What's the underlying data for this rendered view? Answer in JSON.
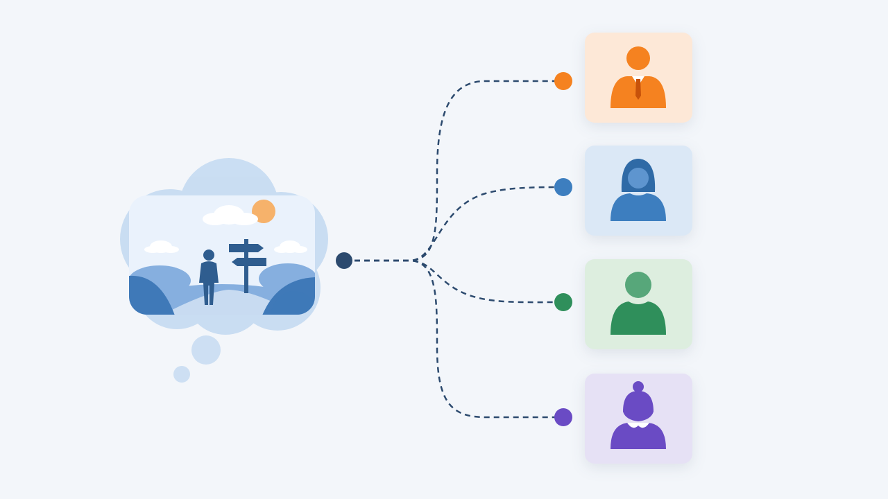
{
  "diagram": {
    "background": "#f3f6fa",
    "source": {
      "name": "thought-cloud",
      "cloud_color": "#bcd5f0",
      "scene_colors": {
        "sky": "#eaf2fc",
        "foliage": "#3f79b8",
        "foliage_light": "#86afdf",
        "figure": "#2f5d8f",
        "sun": "#f6b26b"
      },
      "hub_color": "#2c4a6e"
    },
    "connector_color": "#2c4a6e",
    "targets": [
      {
        "id": "orange",
        "avatar": "businessman-icon",
        "accent": "#f58220",
        "card_fill": "#fde8d7"
      },
      {
        "id": "blue",
        "avatar": "woman-icon",
        "accent": "#3d7ebf",
        "card_fill": "#dbe8f6"
      },
      {
        "id": "green",
        "avatar": "person-icon",
        "accent": "#2f8f5b",
        "card_fill": "#ddeedf"
      },
      {
        "id": "purple",
        "avatar": "woman-bun-icon",
        "accent": "#6a4bc4",
        "card_fill": "#e6e1f5"
      }
    ]
  }
}
